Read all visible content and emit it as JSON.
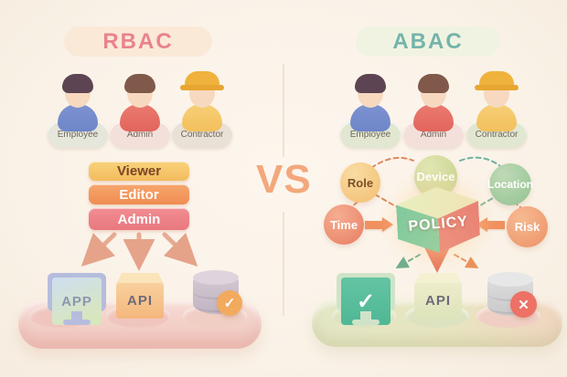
{
  "center": {
    "vs": "VS"
  },
  "left": {
    "title": "RBAC",
    "users": [
      {
        "label": "Employee"
      },
      {
        "label": "Admin"
      },
      {
        "label": "Contractor"
      }
    ],
    "roles": [
      {
        "label": "Viewer"
      },
      {
        "label": "Editor"
      },
      {
        "label": "Admin"
      }
    ],
    "app_label": "APP",
    "api_label": "API",
    "db_badge": "✓"
  },
  "right": {
    "title": "ABAC",
    "users": [
      {
        "label": "Employee"
      },
      {
        "label": "Admin"
      },
      {
        "label": "Contractor"
      }
    ],
    "attributes": [
      {
        "label": "Role"
      },
      {
        "label": "Device"
      },
      {
        "label": "Location"
      },
      {
        "label": "Time"
      },
      {
        "label": "Risk"
      }
    ],
    "policy_label": "POLICY",
    "monitor_badge": "✓",
    "api_label": "API",
    "db_badge": "✕"
  },
  "icons": {
    "check_glyph": "✓",
    "cross_glyph": "✕"
  },
  "colors": {
    "background": "#faf2e7",
    "rbac_accent": "#e9838b",
    "abac_accent": "#74b4ab",
    "vs_accent": "#f3a87c",
    "viewer_button": "#f3bb5e",
    "editor_button": "#ef8d52",
    "admin_button": "#e9787f",
    "role_circle": "#f3be70",
    "device_circle": "#c4d08c",
    "location_circle": "#92c292",
    "time_circle": "#e77d61",
    "risk_circle": "#ec9266",
    "policy_left_face": "#7cc89c",
    "policy_right_face": "#e87f72",
    "check_badge": "#f2aa5e",
    "cross_badge": "#ed7165",
    "left_platform": "#eec3bb",
    "right_platform": "#e3e6c5"
  }
}
